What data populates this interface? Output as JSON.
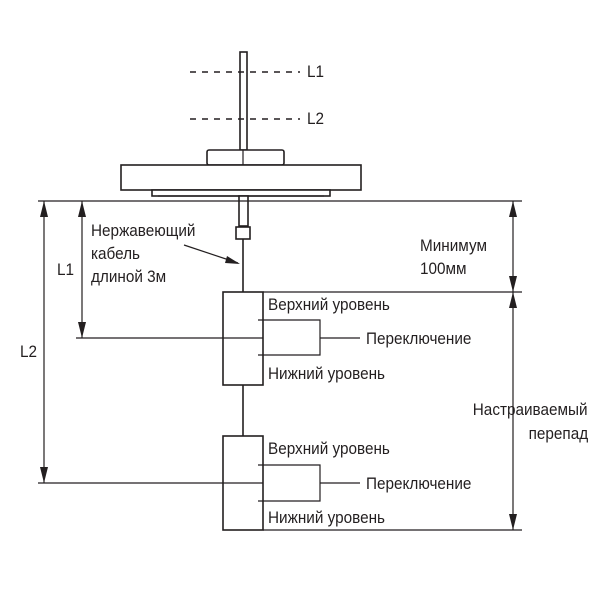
{
  "labels": {
    "l1": "L1",
    "l2": "L2",
    "dim_l1": "L1",
    "dim_l2": "L2",
    "cable_line1": "Нержавеющий",
    "cable_line2": "кабель",
    "cable_line3": "длиной 3м",
    "min_line1": "Минимум",
    "min_line2": "100мм",
    "upper_top": "Верхний уровень",
    "switch_top": "Переключение",
    "lower_top": "Нижний уровень",
    "upper_bottom": "Верхний уровень",
    "switch_bottom": "Переключение",
    "lower_bottom": "Нижний уровень",
    "adj_line1": "Настраиваемый",
    "adj_line2": "перепад"
  },
  "colors": {
    "ink": "#231f20",
    "background": "#ffffff"
  }
}
